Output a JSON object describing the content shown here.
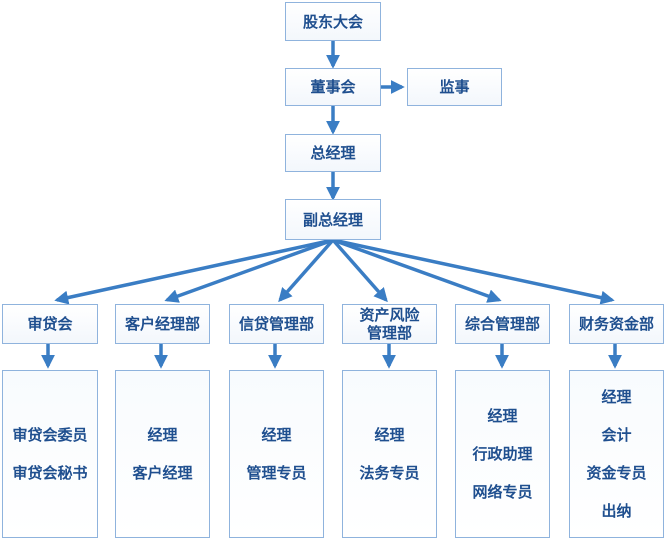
{
  "colors": {
    "box_border": "#8fb3dd",
    "text": "#1f4f8f",
    "arrow": "#3a7dc4"
  },
  "top": {
    "shareholders": "股东大会",
    "board": "董事会",
    "supervisor": "监事",
    "general_manager": "总经理",
    "deputy_gm": "副总经理"
  },
  "departments": [
    {
      "name": "审贷会",
      "staff": [
        "审贷会委员",
        "审贷会秘书"
      ]
    },
    {
      "name": "客户经理部",
      "staff": [
        "经理",
        "客户经理"
      ]
    },
    {
      "name": "信贷管理部",
      "staff": [
        "经理",
        "管理专员"
      ]
    },
    {
      "name": "资产风险管理部",
      "staff": [
        "经理",
        "法务专员"
      ]
    },
    {
      "name": "综合管理部",
      "staff": [
        "经理",
        "行政助理",
        "网络专员"
      ]
    },
    {
      "name": "财务资金部",
      "staff": [
        "经理",
        "会计",
        "资金专员",
        "出纳"
      ]
    }
  ]
}
